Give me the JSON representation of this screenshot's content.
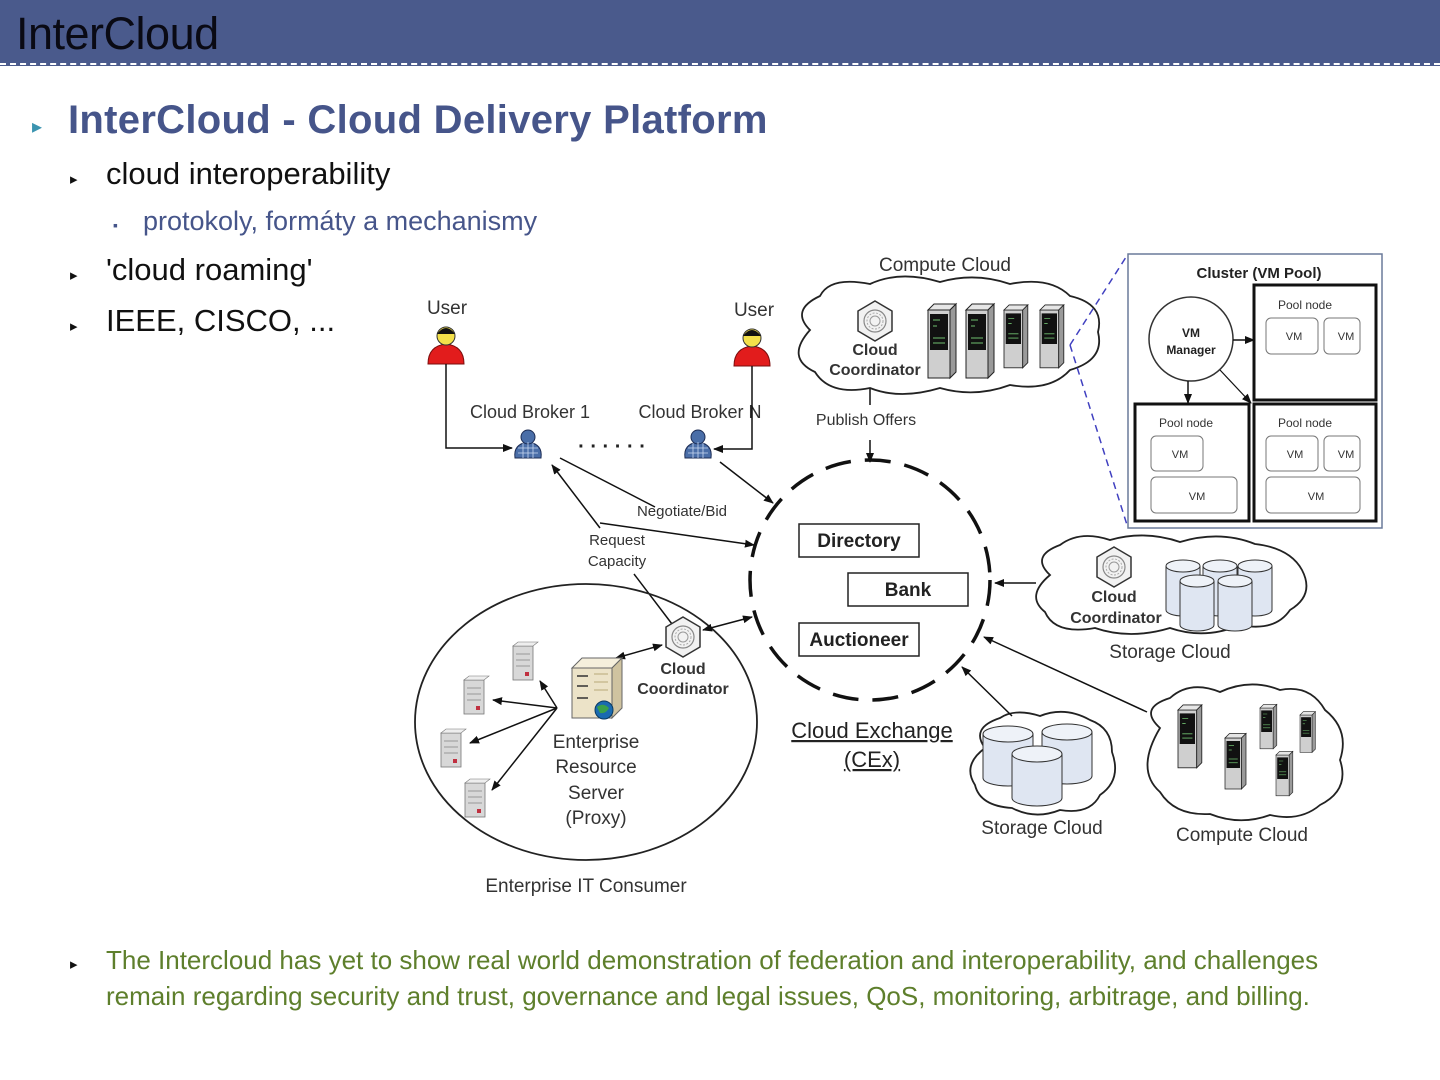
{
  "slide": {
    "title": "InterCloud",
    "bullets": [
      {
        "level": 1,
        "text": "InterCloud - Cloud Delivery Platform"
      },
      {
        "level": 2,
        "text": "cloud interoperability"
      },
      {
        "level": 3,
        "text": "protokoly, formáty a mechanismy"
      },
      {
        "level": 2,
        "text": "'cloud roaming'"
      },
      {
        "level": 2,
        "text": "IEEE, CISCO, ..."
      }
    ],
    "note": "The Intercloud has yet to show real world demonstration of federation and interoperability, and challenges remain regarding security and trust, governance and legal issues, QoS, monitoring, arbitrage, and billing.",
    "markers": {
      "level1": "▸",
      "level2": "▸",
      "level3": "▪",
      "note": "▸"
    }
  },
  "diagram": {
    "users": [
      "User",
      "User"
    ],
    "brokers": [
      "Cloud Broker 1",
      "Cloud Broker N"
    ],
    "broker_dots": "· · · · · ·",
    "labels": {
      "negotiate": "Negotiate/Bid",
      "request_1": "Request",
      "request_2": "Capacity",
      "publish": "Publish Offers"
    },
    "exchange": {
      "title_1": "Cloud Exchange",
      "title_2": "(CEx)",
      "components": [
        "Directory",
        "Bank",
        "Auctioneer"
      ]
    },
    "coordinator": {
      "line1": "Cloud",
      "line2": "Coordinator"
    },
    "clouds": {
      "compute_top": "Compute Cloud",
      "storage_right": "Storage Cloud",
      "storage_bottom": "Storage Cloud",
      "compute_bottom": "Compute Cloud"
    },
    "enterprise": {
      "server_lines": [
        "Enterprise",
        "Resource",
        "Server",
        "(Proxy)"
      ],
      "consumer": "Enterprise IT Consumer"
    },
    "cluster": {
      "title": "Cluster (VM Pool)",
      "manager_1": "VM",
      "manager_2": "Manager",
      "pool_node": "Pool node",
      "vm": "VM"
    }
  }
}
